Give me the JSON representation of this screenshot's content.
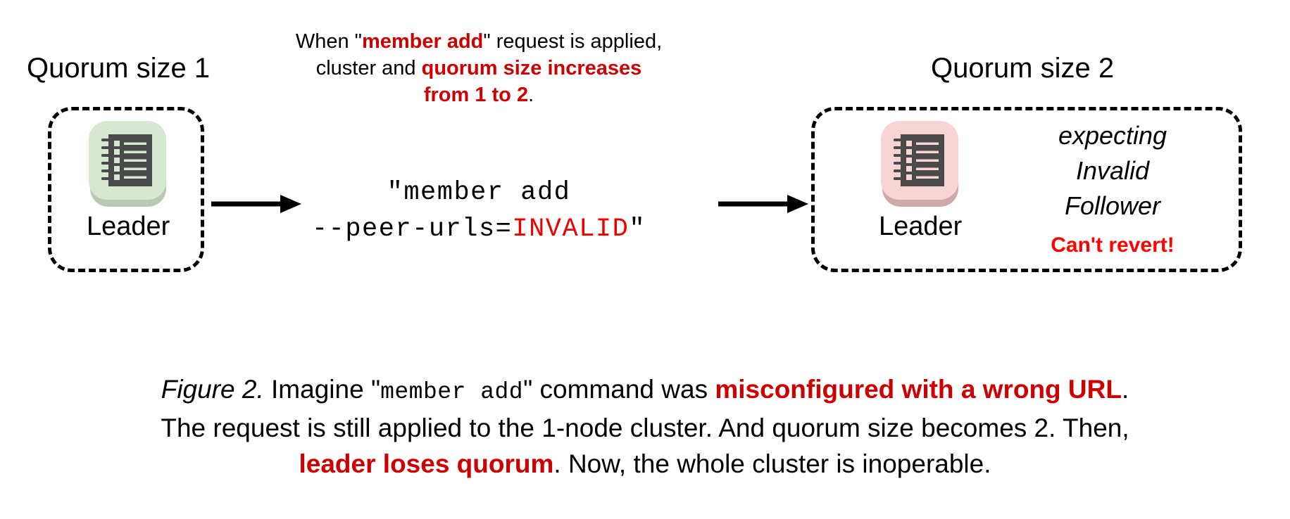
{
  "figure": {
    "left_cluster": {
      "title": "Quorum size 1",
      "node_label": "Leader",
      "icon": "notebook-icon",
      "icon_bg": "#d7e8d2",
      "icon_fg": "#4a4a4a"
    },
    "right_cluster": {
      "title": "Quorum size 2",
      "node_label": "Leader",
      "icon": "notebook-icon",
      "icon_bg": "#f8d4d4",
      "icon_fg": "#4a4a4a",
      "status_line_1": "expecting",
      "status_line_2": "Invalid",
      "status_line_3": "Follower",
      "warning": "Can't revert!"
    },
    "explanation": {
      "line1_a": "When \"",
      "line1_b": "member add",
      "line1_c": "\" request is applied,",
      "line2_a": "cluster and ",
      "line2_b": "quorum size increases",
      "line3_b": "from 1 to 2",
      "line3_c": "."
    },
    "command": {
      "line1": "\"member add",
      "line2_a": "--peer-urls=",
      "line2_b": "INVALID",
      "line2_c": "\""
    },
    "arrows": {
      "arrow_1": "arrow-right-icon",
      "arrow_2": "arrow-right-icon"
    },
    "caption": {
      "l1_a": "Figure 2.",
      "l1_b": " Imagine \"",
      "l1_code": "member add",
      "l1_c": "\" command was ",
      "l1_d": "misconfigured with a wrong URL",
      "l1_e": ".",
      "l2": "The request is still applied to the 1-node cluster. And quorum size becomes 2. Then,",
      "l3_a": "leader loses quorum",
      "l3_b": ". Now, the whole cluster is inoperable."
    },
    "colors": {
      "accent_red": "#cc0000",
      "bright_red": "#fe0000",
      "green_bg": "#d7e8d2",
      "pink_bg": "#f8d4d4",
      "icon_dark": "#4a4a4a"
    }
  }
}
